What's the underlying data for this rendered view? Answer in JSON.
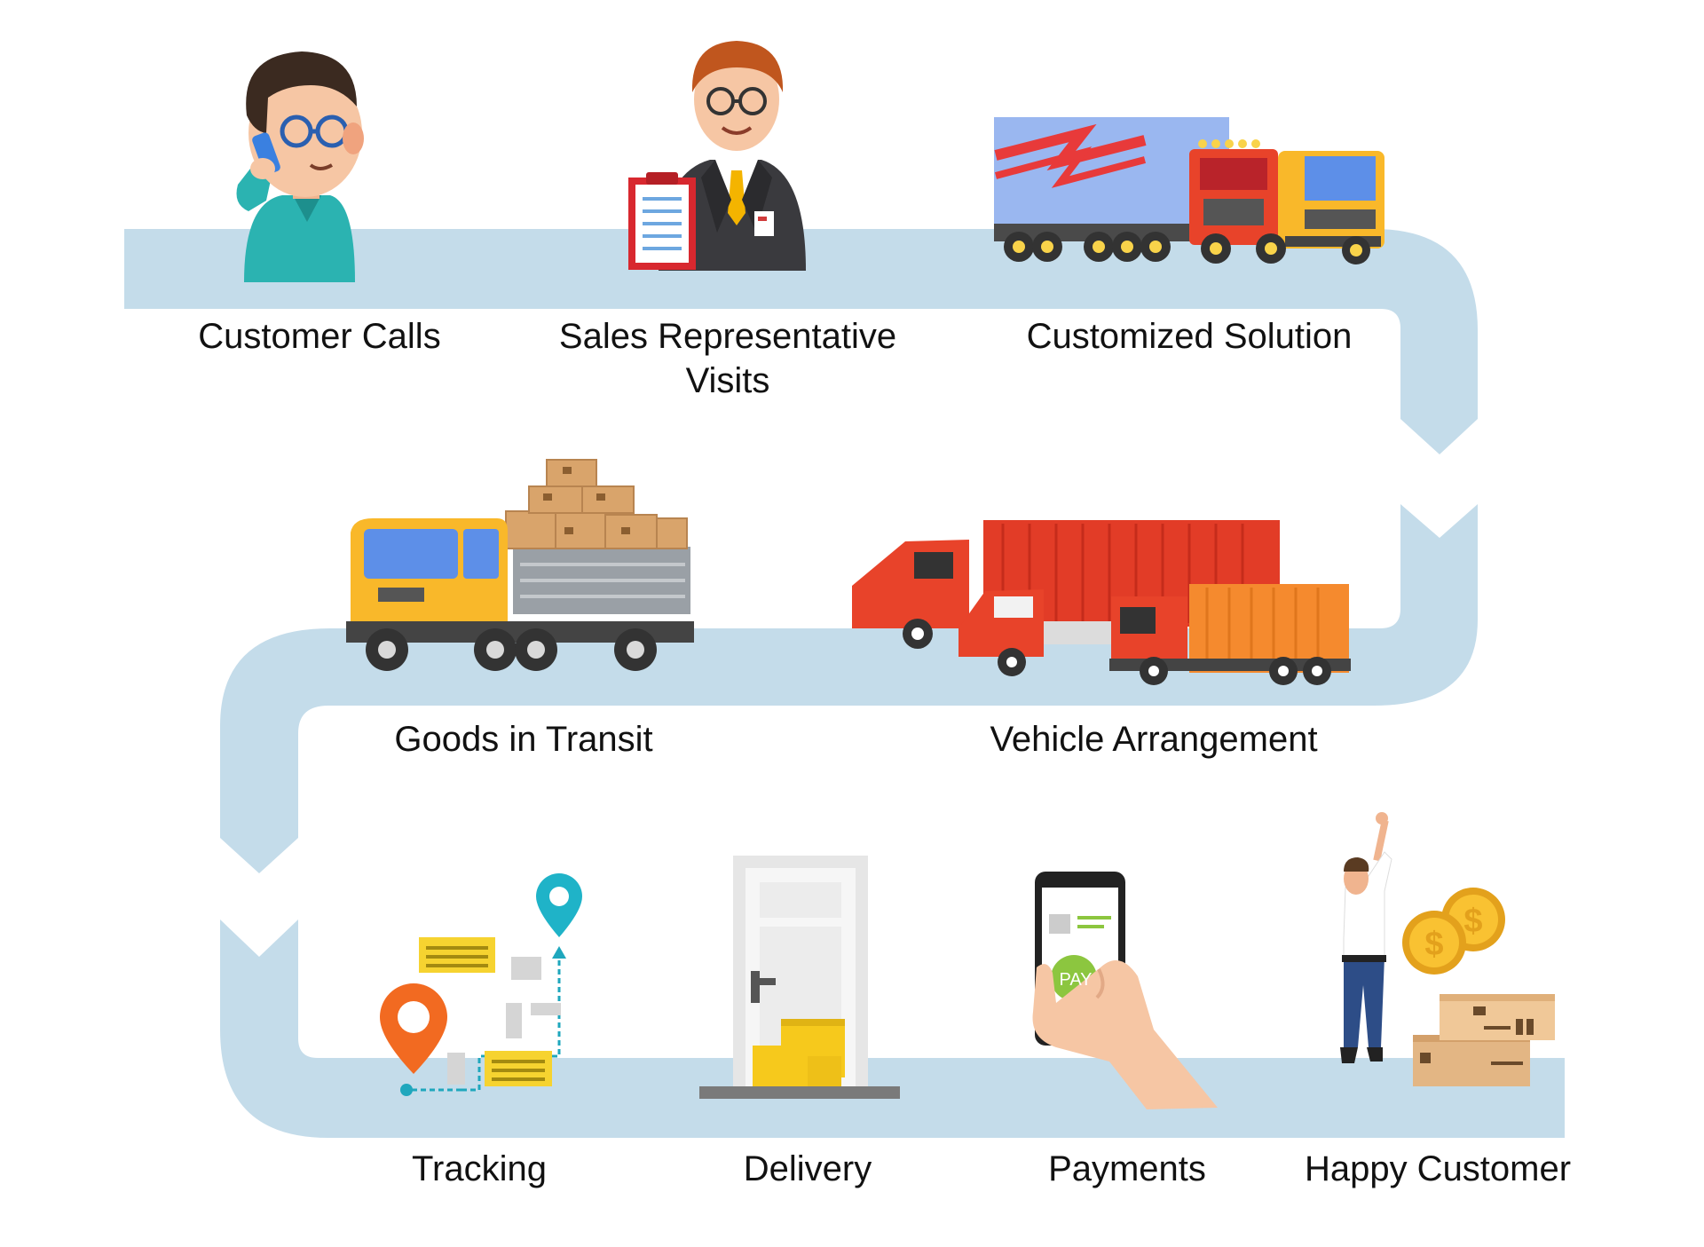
{
  "colors": {
    "path": "#c4dcea",
    "text": "#111111",
    "truck_yellow": "#f9b82a",
    "truck_red": "#e8432a",
    "container_orange": "#f58a2e",
    "box_brown": "#d9a46b",
    "accent_teal": "#1fb3c8",
    "accent_green": "#8cc63f"
  },
  "steps": [
    {
      "label": "Customer Calls",
      "icon": "person-phone-icon"
    },
    {
      "label": "Sales Representative Visits",
      "line1": "Sales Representative",
      "line2": "Visits",
      "icon": "sales-rep-icon"
    },
    {
      "label": "Customized Solution",
      "icon": "trucks-fleet-icon"
    },
    {
      "label": "Vehicle Arrangement",
      "icon": "container-trucks-icon"
    },
    {
      "label": "Goods in Transit",
      "icon": "cargo-truck-icon"
    },
    {
      "label": "Tracking",
      "icon": "map-route-icon"
    },
    {
      "label": "Delivery",
      "icon": "door-packages-icon"
    },
    {
      "label": "Payments",
      "icon": "phone-payment-icon"
    },
    {
      "label": "Happy Customer",
      "icon": "happy-customer-icon"
    }
  ],
  "payment_button": "PAY"
}
